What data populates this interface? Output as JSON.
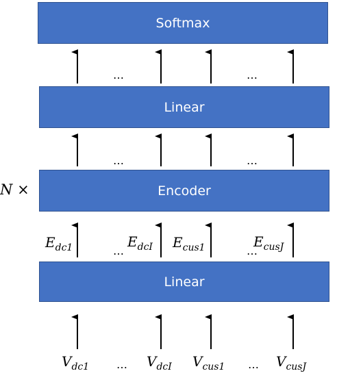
{
  "blocks": {
    "softmax": "Softmax",
    "linear_top": "Linear",
    "encoder": "Encoder",
    "linear_bottom": "Linear"
  },
  "encoder_repeat": {
    "symbol": "N",
    "times": "×"
  },
  "ellipsis": "…",
  "embeddings": [
    {
      "base": "E",
      "sub": "dc1"
    },
    {
      "base": "E",
      "sub": "dcI"
    },
    {
      "base": "E",
      "sub": "cus1"
    },
    {
      "base": "E",
      "sub": "cusJ"
    }
  ],
  "inputs": [
    {
      "base": "V",
      "sub": "dc1"
    },
    {
      "base": "V",
      "sub": "dcI"
    },
    {
      "base": "V",
      "sub": "cus1"
    },
    {
      "base": "V",
      "sub": "cusJ"
    }
  ],
  "colors": {
    "block_fill": "#4472c4",
    "block_border": "#2f528f",
    "block_text": "#ffffff",
    "arrow": "#000000"
  }
}
